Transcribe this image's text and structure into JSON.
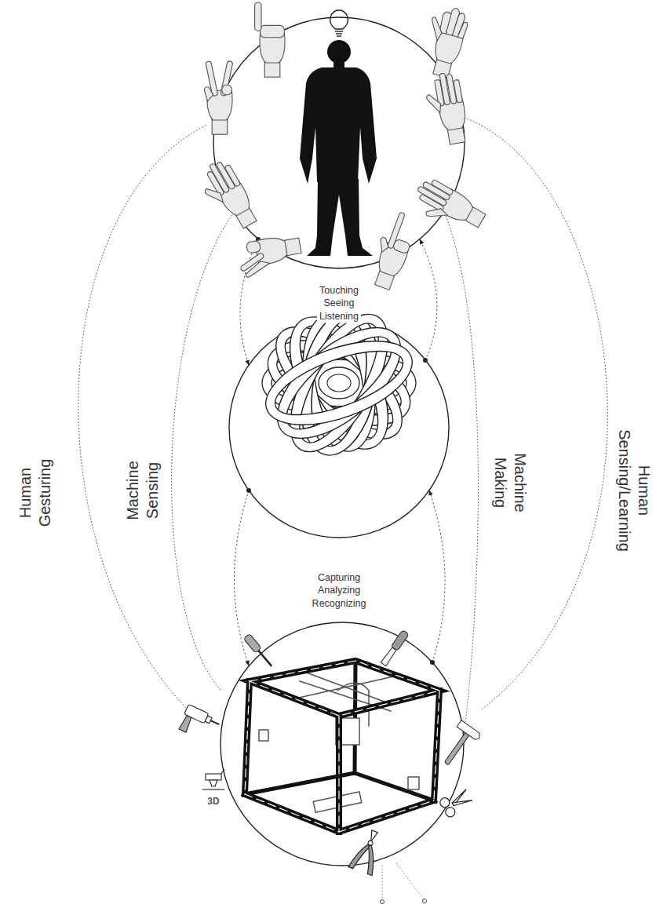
{
  "diagram": {
    "labels": [
      "Touching Seeing Listening",
      "Capturing Analyzing Recognizing",
      "Human Gesturing",
      "Machine Sensing",
      "Machine Making",
      "Human Sensing/Learning",
      "3D"
    ]
  }
}
